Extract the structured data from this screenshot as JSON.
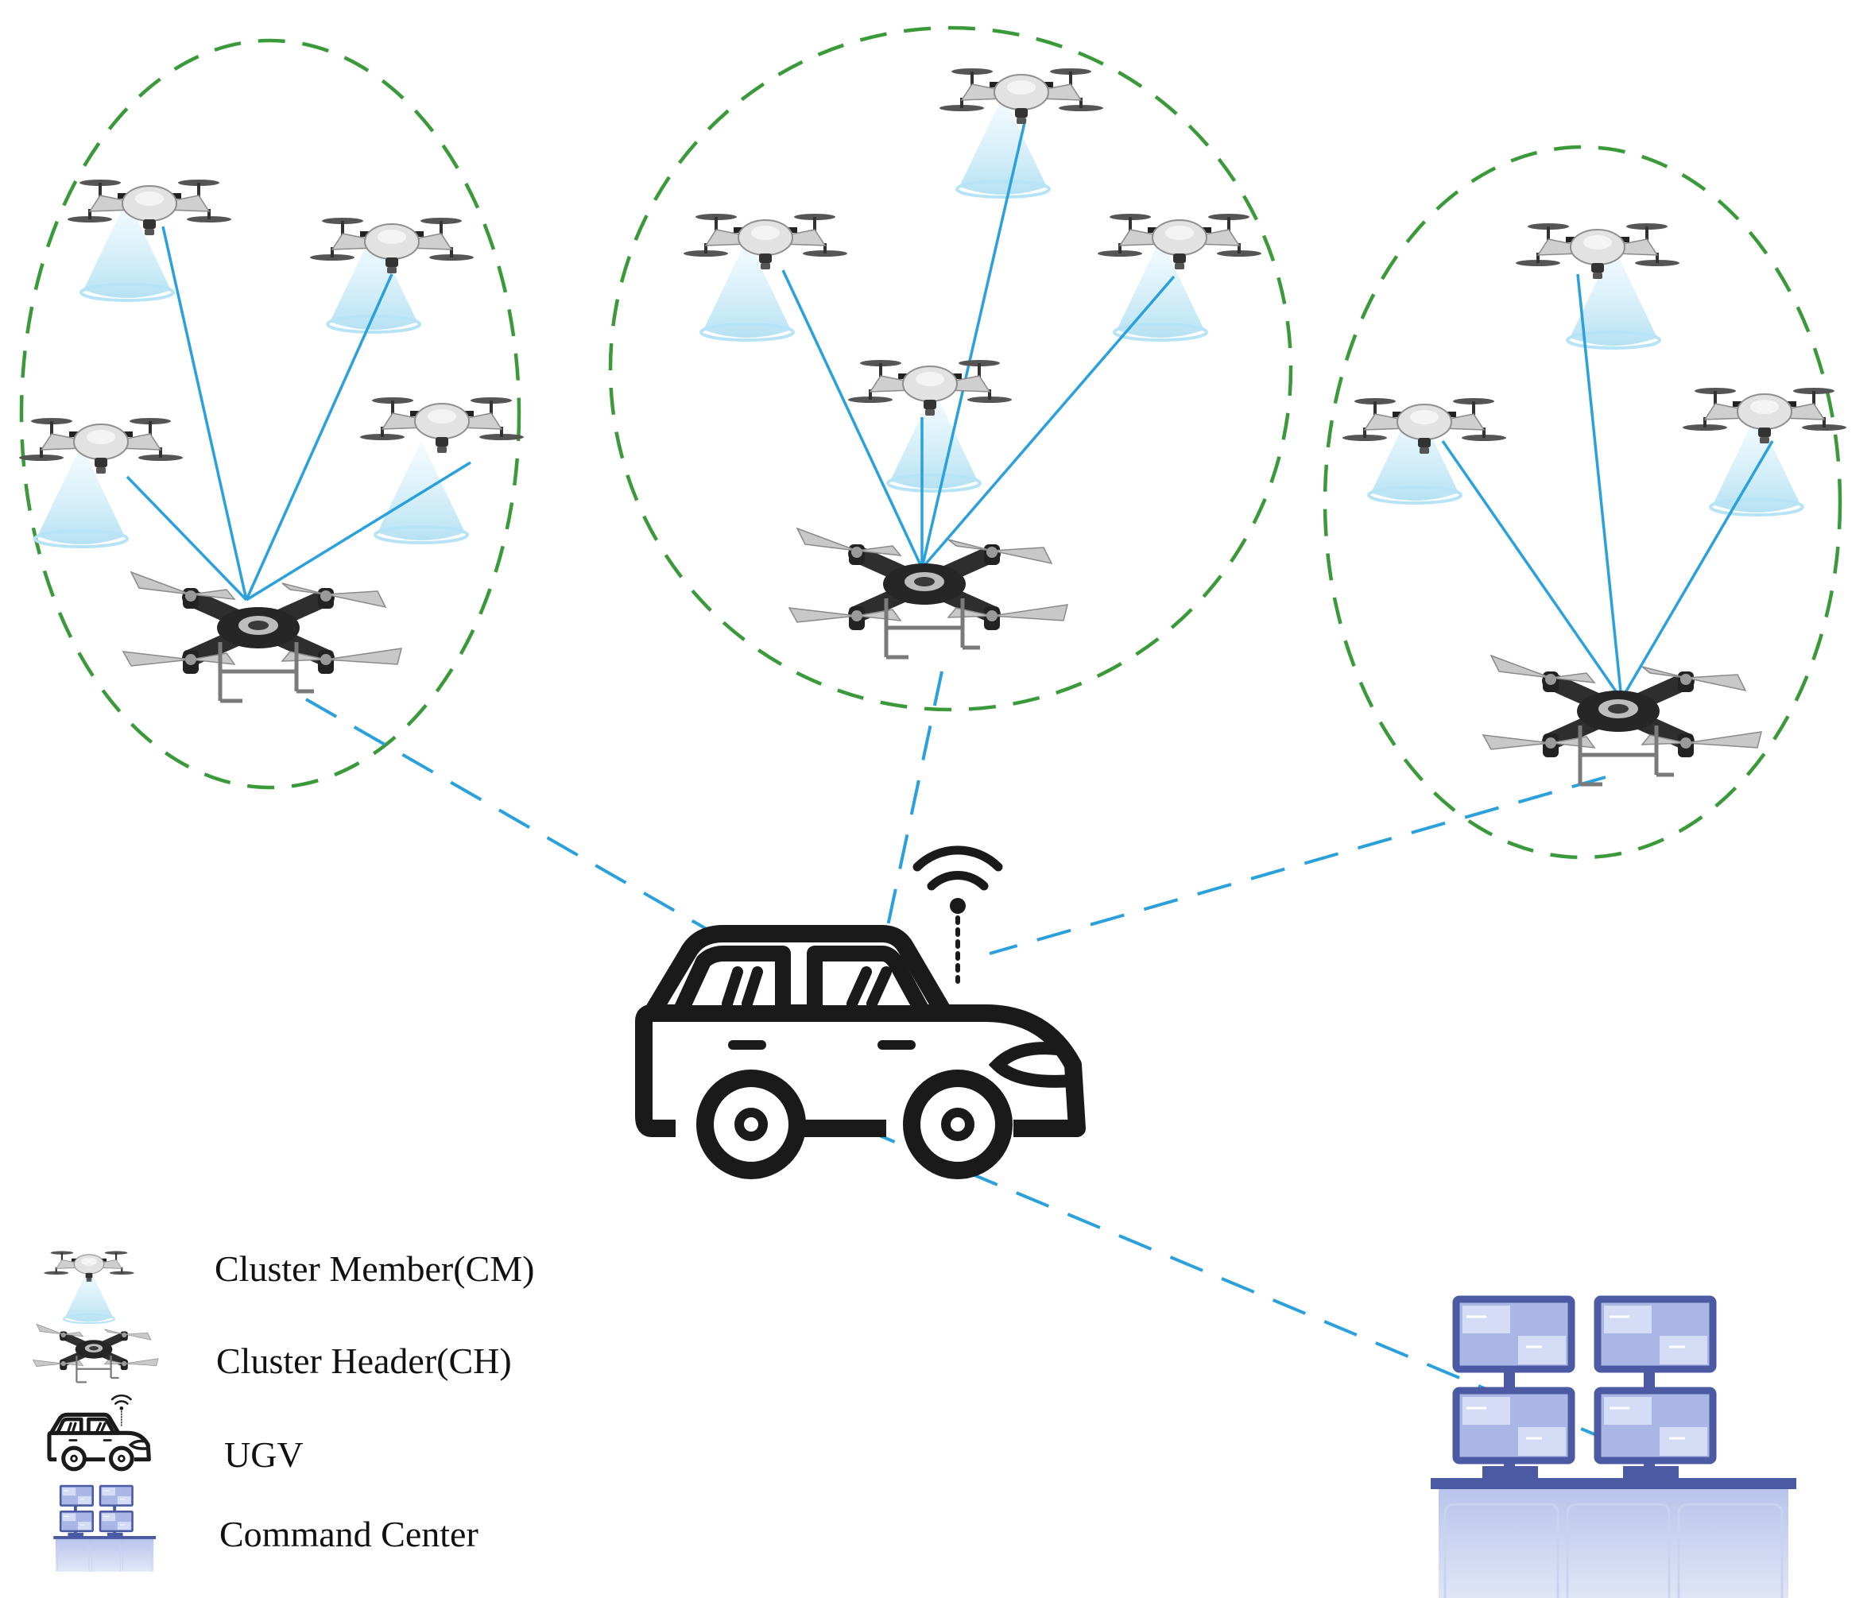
{
  "legend": {
    "items": [
      {
        "icon": "cluster-member-drone-icon",
        "label": "Cluster Member(CM)"
      },
      {
        "icon": "cluster-header-drone-icon",
        "label": "Cluster Header(CH)"
      },
      {
        "icon": "ugv-car-icon",
        "label": "UGV"
      },
      {
        "icon": "command-center-icon",
        "label": "Command Center"
      }
    ]
  },
  "colors": {
    "cluster_boundary": "#3a9a3a",
    "link": "#2aa0dc",
    "cm_body": "#d6d6d6",
    "ch_body": "#2e2e2e",
    "ugv_stroke": "#1a1a1a",
    "command_center": "#6d7fbf",
    "beam": "#c5e9f7"
  }
}
